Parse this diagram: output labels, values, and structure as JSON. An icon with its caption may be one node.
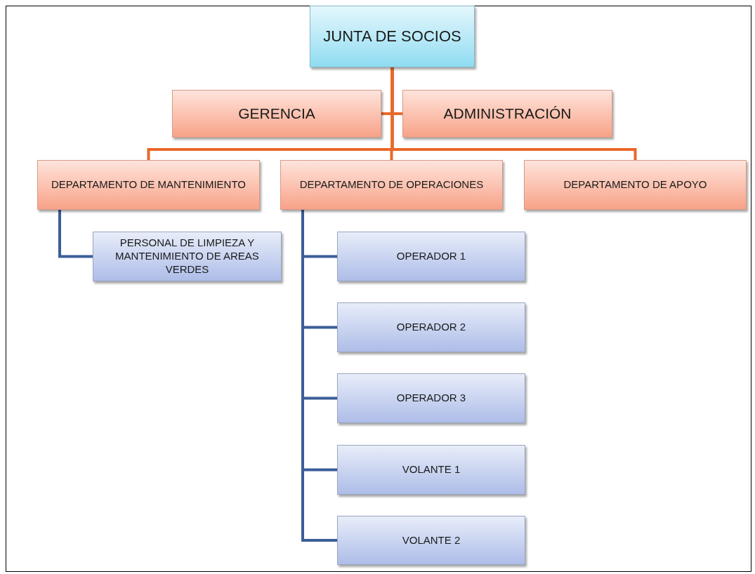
{
  "diagram": {
    "nodes": [
      {
        "text": [
          "JUNTA DE SOCIOS"
        ]
      },
      {
        "text": [
          "GERENCIA"
        ]
      },
      {
        "text": [
          "ADMINISTRACIÓN"
        ]
      },
      {
        "text": [
          "DEPARTAMENTO DE MANTENIMIENTO"
        ]
      },
      {
        "text": [
          "DEPARTAMENTO DE OPERACIONES"
        ]
      },
      {
        "text": [
          "DEPARTAMENTO DE APOYO"
        ]
      },
      {
        "text": [
          "PERSONAL DE LIMPIEZA Y MANTENIMIENTO DE AREAS VERDES"
        ]
      },
      {
        "text": [
          "OPERADOR 1"
        ]
      },
      {
        "text": [
          "OPERADOR 2"
        ]
      },
      {
        "text": [
          "OPERADOR 3"
        ]
      },
      {
        "text": [
          "VOLANTE 1"
        ]
      },
      {
        "text": [
          "VOLANTE 2"
        ]
      }
    ],
    "edges": [
      {
        "from": 0,
        "to": 1,
        "arrow": "none",
        "color": "#e8692a"
      },
      {
        "from": 0,
        "to": 2,
        "arrow": "none",
        "color": "#e8692a"
      },
      {
        "from": 0,
        "to": 3,
        "arrow": "none",
        "color": "#e8692a"
      },
      {
        "from": 0,
        "to": 4,
        "arrow": "none",
        "color": "#e8692a"
      },
      {
        "from": 0,
        "to": 5,
        "arrow": "none",
        "color": "#e8692a"
      },
      {
        "from": 3,
        "to": 6,
        "arrow": "none"
      },
      {
        "from": 4,
        "to": 7,
        "arrow": "none"
      },
      {
        "from": 4,
        "to": 8,
        "arrow": "none"
      },
      {
        "from": 4,
        "to": 9,
        "arrow": "none"
      },
      {
        "from": 4,
        "to": 10,
        "arrow": "none"
      },
      {
        "from": 4,
        "to": 11,
        "arrow": "none"
      }
    ]
  }
}
